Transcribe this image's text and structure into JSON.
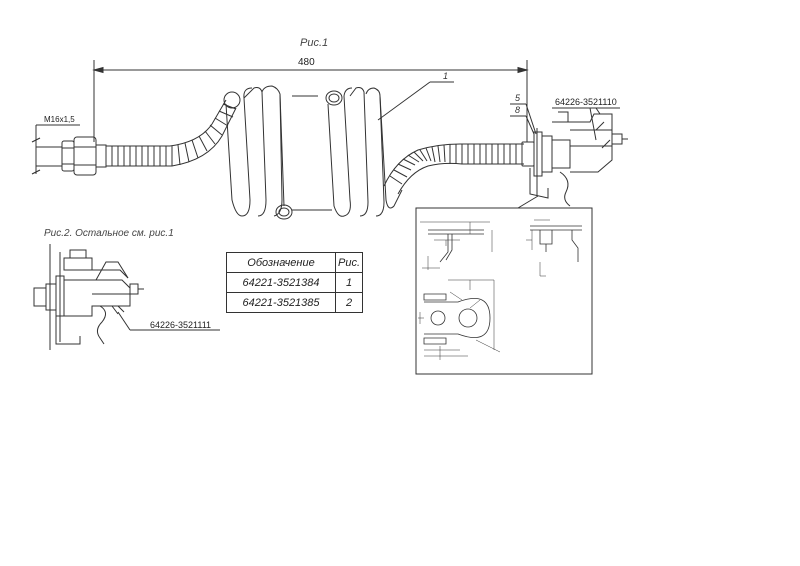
{
  "labels": {
    "fig1_title": "Рис.1",
    "fig2_caption": "Рис.2. Остальное см. рис.1",
    "length_dim": "480",
    "thread": "M16x1,5",
    "part_right": "64226-3521110",
    "part_fig2": "64226-3521111",
    "callout_1": "1",
    "callout_5": "5",
    "callout_8": "8"
  },
  "table": {
    "header": {
      "designation": "Обозначение",
      "fig": "Рис."
    },
    "rows": [
      {
        "designation": "64221-3521384",
        "fig": "1"
      },
      {
        "designation": "64221-3521385",
        "fig": "2"
      }
    ]
  }
}
